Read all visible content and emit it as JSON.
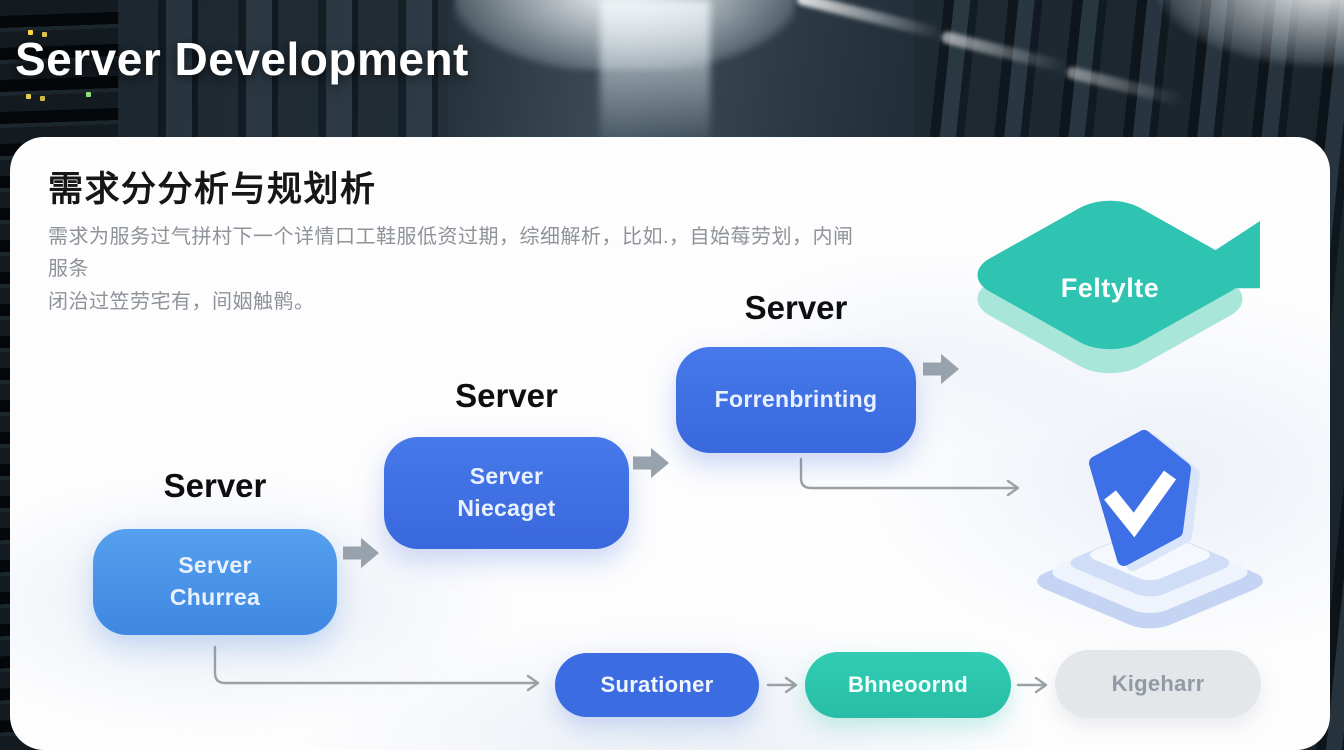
{
  "page": {
    "title": "Server Development"
  },
  "card": {
    "heading": "需求分分析与规划析",
    "body_line1": "需求为服务过气拼村下一个详情口工鞋服低资过期，综细解析，比如.，自始莓劳划，内闸服条",
    "body_line2": "闭治过笠劳宅有，间姻触鹘。"
  },
  "flow": {
    "steps": [
      {
        "title": "Server",
        "line1": "Server",
        "line2": "Churrea"
      },
      {
        "title": "Server",
        "line1": "Server",
        "line2": "Niecaget"
      },
      {
        "title": "Server",
        "line1": "Forrenbrinting",
        "line2": ""
      }
    ],
    "bubble": {
      "label": "Feltylte"
    }
  },
  "bottom_row": [
    {
      "label": "Surationer"
    },
    {
      "label": "Bhneoornd"
    },
    {
      "label": "Kigeharr"
    }
  ],
  "icons": {
    "block_arrow": "block-arrow-right-icon",
    "thin_arrow": "thin-arrow-right-icon",
    "shield": "shield-check-platform-icon",
    "bubble": "speech-bubble-shape"
  },
  "colors": {
    "step1_blue": "#4b93e9",
    "step_blue": "#3e6fe3",
    "teal": "#2fc3b1",
    "teal_light": "#a9e6da",
    "pill_blue": "#3b6ce1",
    "pill_teal": "#2cc6ae",
    "pill_gray_bg": "#e3e7eb",
    "pill_gray_text": "#939ca6",
    "arrow_gray": "#97a2ac",
    "connector_gray": "#9aa2a4"
  }
}
